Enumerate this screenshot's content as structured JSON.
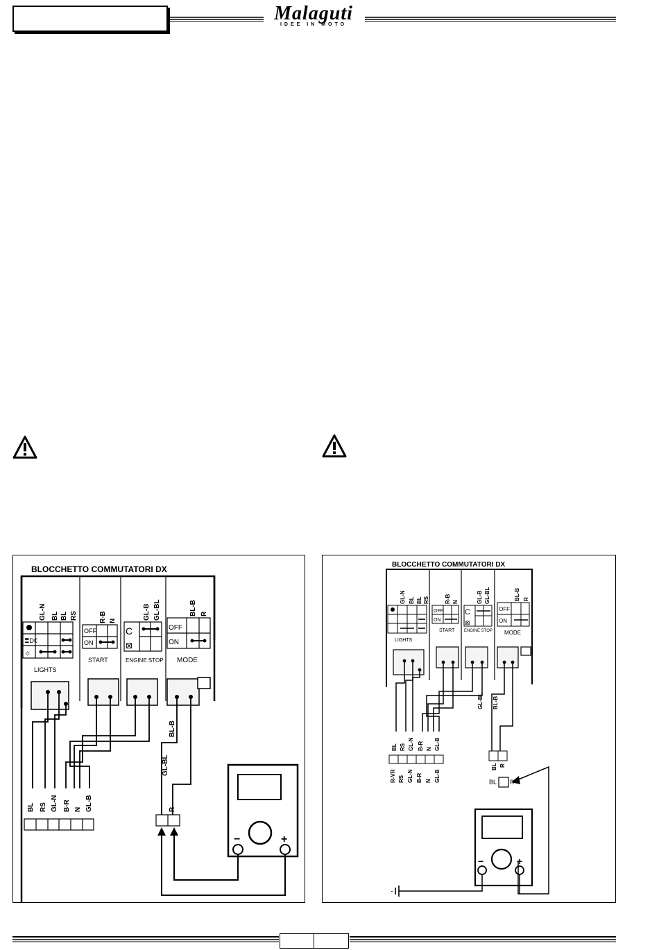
{
  "header": {
    "logo": "Malaguti",
    "tagline": "IDEE IN MOTO"
  },
  "figures": [
    {
      "title": "BLOCCHETTO   COMMUTATORI   DX",
      "lights": "LIGHTS",
      "start": "START",
      "engine_stop": "ENGINE STOP",
      "mode": "MODE",
      "off": "OFF",
      "on": "ON",
      "wires_lights": [
        "GL-N",
        "BL",
        "BL",
        "RS"
      ],
      "wires_start": [
        "R-B",
        "N"
      ],
      "wires_engine": [
        "GL-B",
        "GL-BL"
      ],
      "wires_mode": [
        "BL-B",
        "R"
      ],
      "bottom_wires": [
        "BL",
        "RS",
        "GL-N",
        "B-R",
        "N",
        "GL-B"
      ],
      "glbl": "GL-BL",
      "blb": "BL-B",
      "r": "R",
      "minus": "−",
      "plus": "+"
    },
    {
      "title": "BLOCCHETTO   COMMUTATORI   DX",
      "lights": "LIGHTS",
      "start": "START",
      "engine_stop": "ENGINE STOP",
      "mode": "MODE",
      "off": "OFF",
      "on": "ON",
      "wires_lights": [
        "GL-N",
        "BL",
        "BL",
        "RS"
      ],
      "wires_start": [
        "R-B",
        "N"
      ],
      "wires_engine": [
        "GL-B",
        "GL-BL"
      ],
      "wires_mode": [
        "BL-B",
        "R"
      ],
      "bottom_wires": [
        "BL",
        "RS",
        "GL-N",
        "B-R",
        "N",
        "GL-B"
      ],
      "connector_wires": [
        "R-VR",
        "RS",
        "GL-N",
        "B-R",
        "N",
        "GL-B"
      ],
      "glbl": "GL-BL",
      "blb": "BL-B",
      "bl": "BL",
      "r": "R",
      "minus": "−",
      "plus": "+"
    }
  ]
}
